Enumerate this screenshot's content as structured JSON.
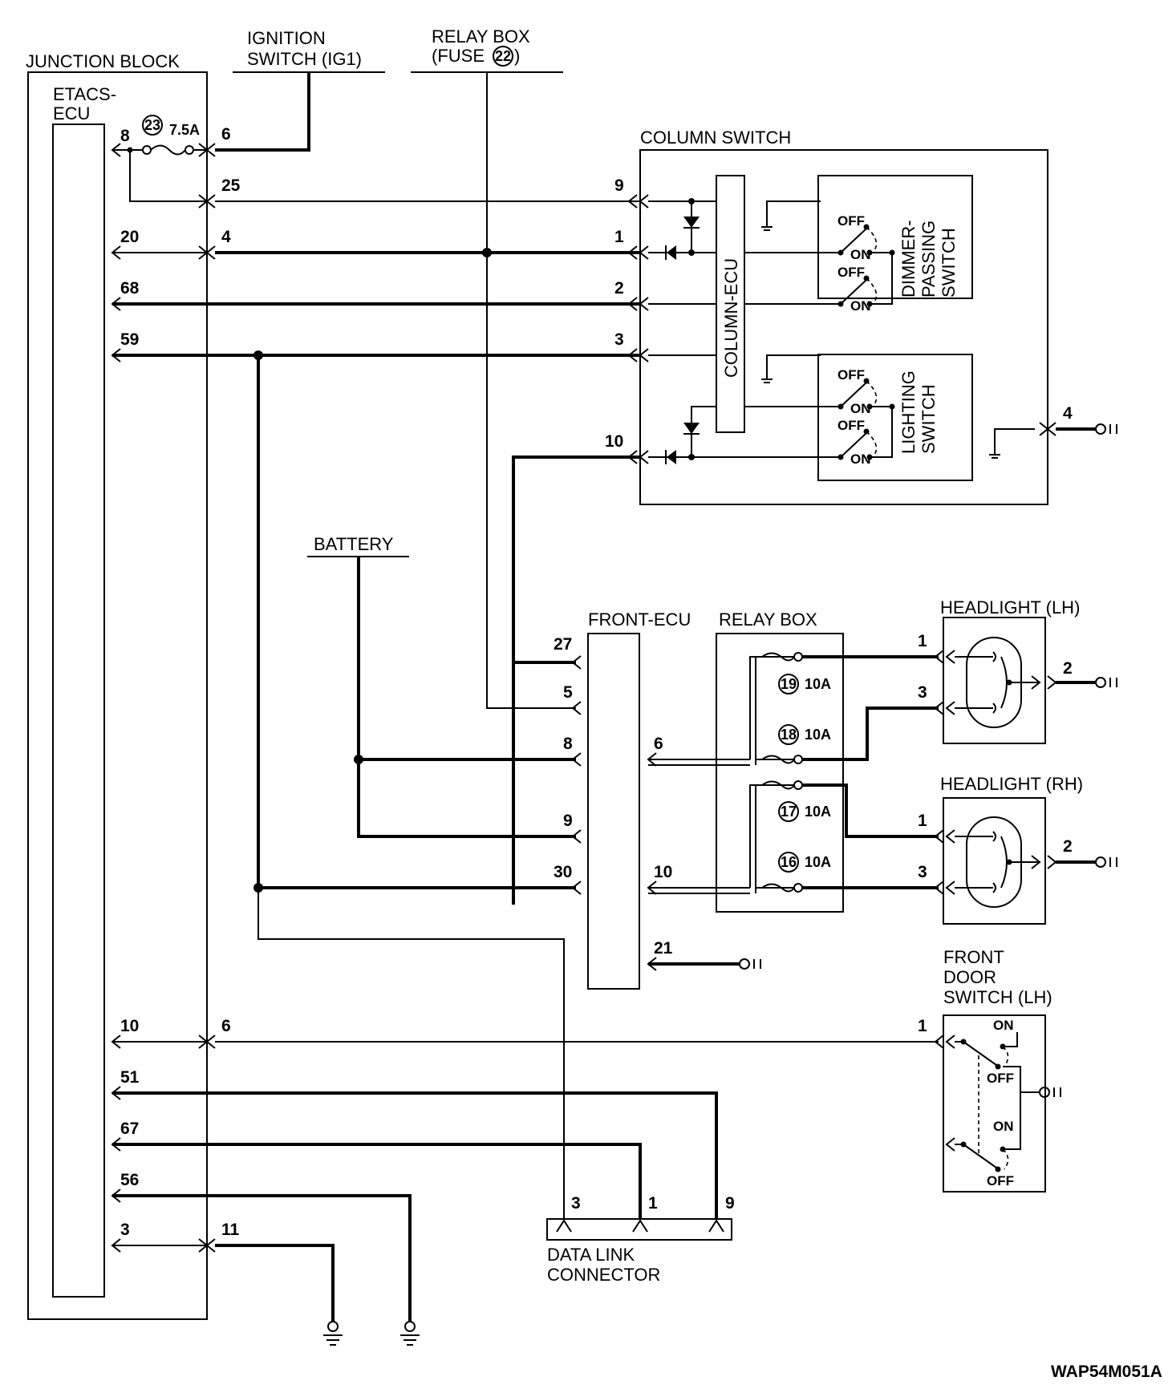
{
  "labels": {
    "junction_block": "JUNCTION BLOCK",
    "etacs_line1": "ETACS-",
    "etacs_line2": "ECU",
    "ignition_line1": "IGNITION",
    "ignition_line2": "SWITCH (IG1)",
    "relay_fuse_line1": "RELAY BOX",
    "relay_fuse_line2": "(FUSE",
    "relay_fuse_num": "22",
    "relay_fuse_close": ")",
    "column_switch": "COLUMN SWITCH",
    "column_ecu": "COLUMN-ECU",
    "dimmer_line1": "DIMMER-",
    "dimmer_line2": "PASSING",
    "dimmer_line3": "SWITCH",
    "lighting_line1": "LIGHTING",
    "lighting_line2": "SWITCH",
    "battery": "BATTERY",
    "front_ecu": "FRONT-ECU",
    "relay_box": "RELAY BOX",
    "headlight_lh": "HEADLIGHT (LH)",
    "headlight_rh": "HEADLIGHT (RH)",
    "front_door_line1": "FRONT",
    "front_door_line2": "DOOR",
    "front_door_line3": "SWITCH (LH)",
    "dlc_line1": "DATA LINK",
    "dlc_line2": "CONNECTOR",
    "figure_code": "WAP54M051A"
  },
  "switch_states": {
    "off": "OFF",
    "on": "ON"
  },
  "fuses": {
    "f23_num": "23",
    "f23_rating": "7.5A",
    "f19_num": "19",
    "f19_rating": "10A",
    "f18_num": "18",
    "f18_rating": "10A",
    "f17_num": "17",
    "f17_rating": "10A",
    "f16_num": "16",
    "f16_rating": "10A"
  },
  "pins": {
    "jb_left": [
      "8",
      "20",
      "68",
      "59",
      "10",
      "51",
      "67",
      "56",
      "3"
    ],
    "jb_right": [
      "6",
      "25",
      "4",
      "6",
      "11"
    ],
    "column": [
      "9",
      "1",
      "2",
      "3",
      "10",
      "4"
    ],
    "front_ecu_left": [
      "27",
      "5",
      "8",
      "9",
      "30"
    ],
    "front_ecu_right": [
      "6",
      "10",
      "21"
    ],
    "headlight_lh": [
      "1",
      "3",
      "2"
    ],
    "headlight_rh": [
      "1",
      "3",
      "2"
    ],
    "door": [
      "1"
    ],
    "dlc": [
      "3",
      "1",
      "9"
    ]
  }
}
